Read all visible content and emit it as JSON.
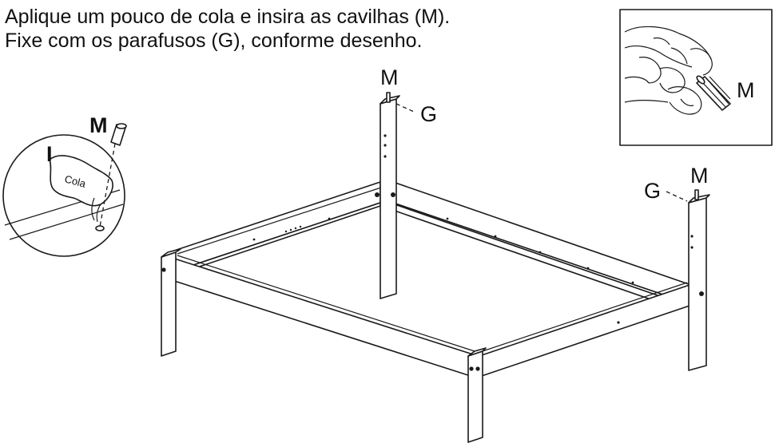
{
  "instructions": {
    "line1": "Aplique um pouco de cola e insira as cavilhas (M).",
    "line2": "Fixe com os parafusos (G), conforme desenho."
  },
  "labels": {
    "dowel": "M",
    "screw": "G",
    "glue_part": "I",
    "glue_text": "Cola"
  }
}
